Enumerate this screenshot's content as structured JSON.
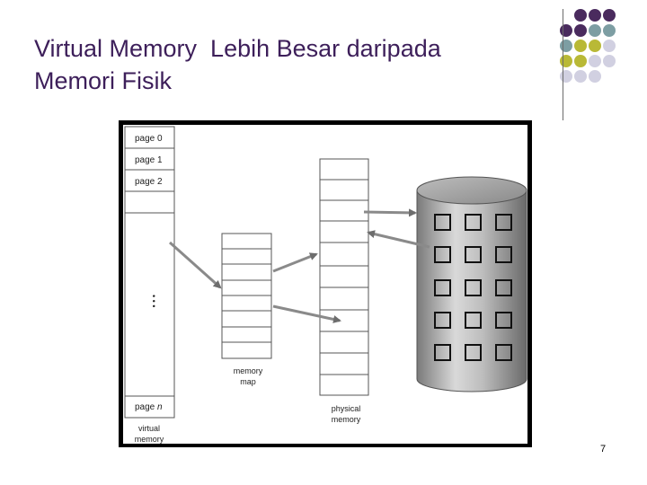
{
  "slide": {
    "title_line1": "Virtual Memory  Lebih Besar daripada",
    "title_line2": "Memori Fisik",
    "page_number": "7"
  },
  "decoration": {
    "dot_colors": {
      "purple": "#4a2b5e",
      "teal": "#7d9ea3",
      "olive": "#b9b936",
      "lavender": "#d1d0e1"
    }
  },
  "diagram": {
    "virtual_memory": {
      "pages": [
        "page 0",
        "page 1",
        "page 2"
      ],
      "last_page_prefix": "page ",
      "last_page_var": "n",
      "ellipsis": "• • •",
      "label_line1": "virtual",
      "label_line2": "memory"
    },
    "memory_map": {
      "label_line1": "memory",
      "label_line2": "map"
    },
    "physical_memory": {
      "label_line1": "physical",
      "label_line2": "memory"
    },
    "disk": {
      "icon": "disk-cylinder-icon"
    }
  }
}
